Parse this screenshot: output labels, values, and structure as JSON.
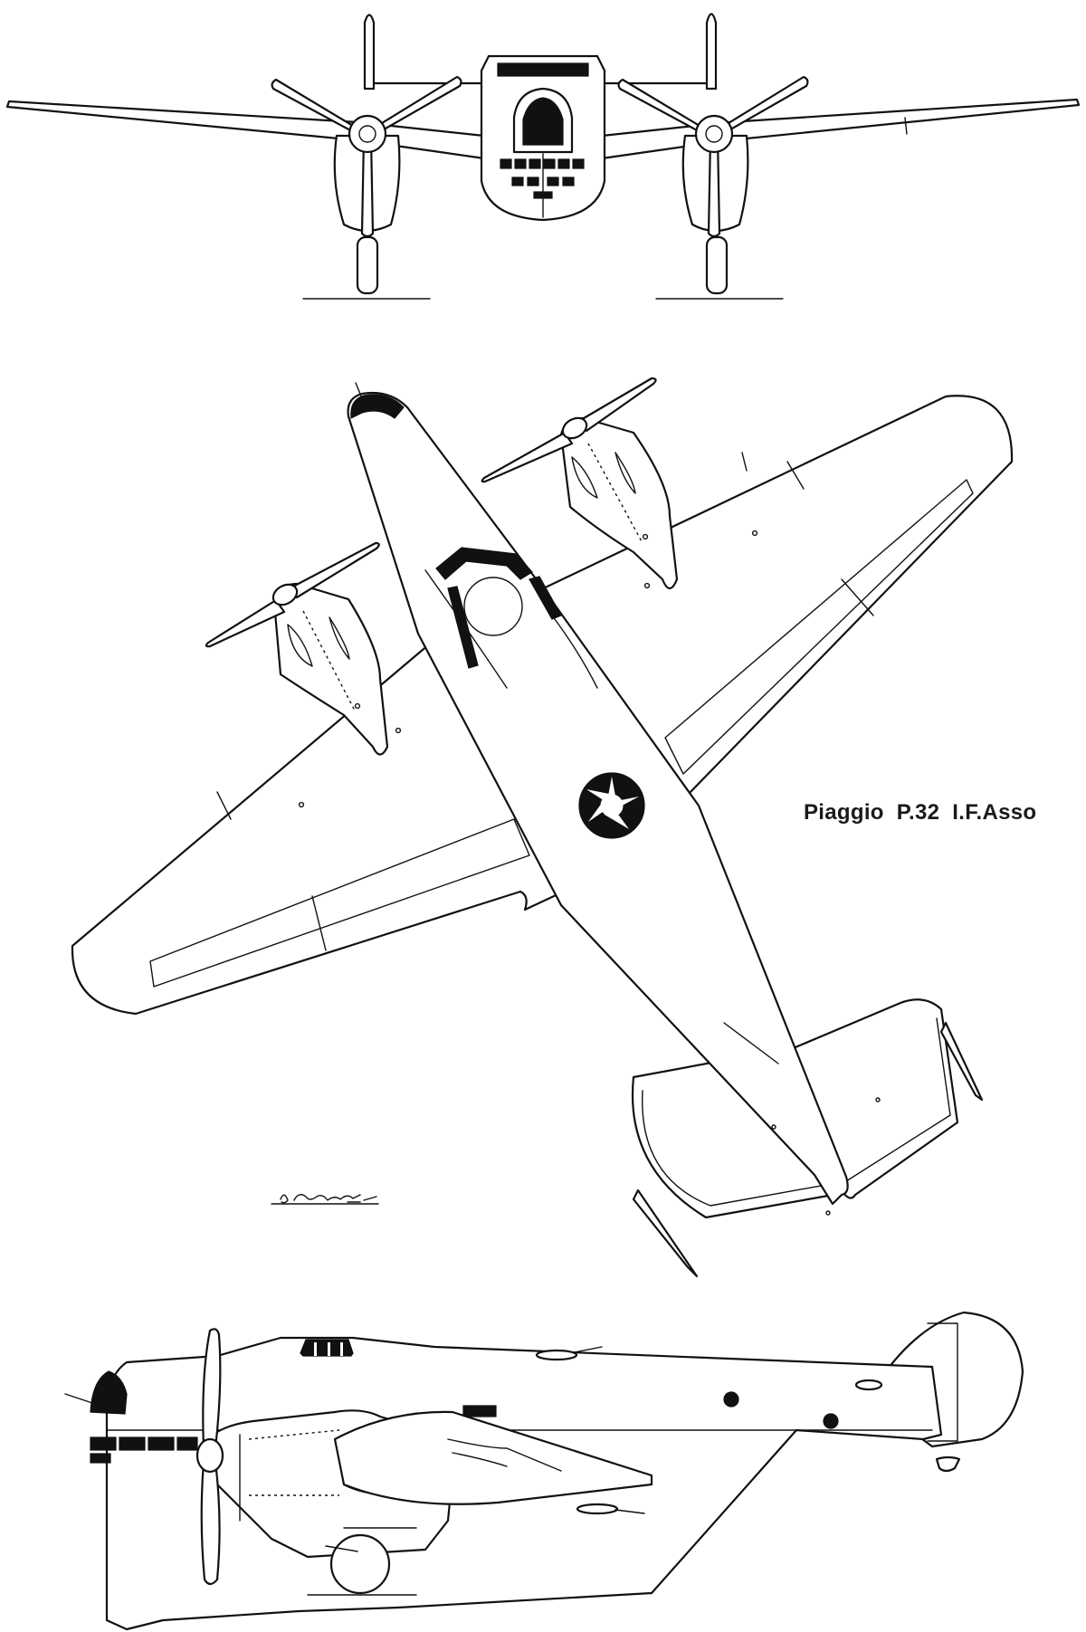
{
  "caption": {
    "manufacturer": "Piaggio",
    "model": "P.32",
    "engine": "I.F.Asso"
  },
  "colors": {
    "ink": "#111111",
    "paper": "#ffffff"
  }
}
